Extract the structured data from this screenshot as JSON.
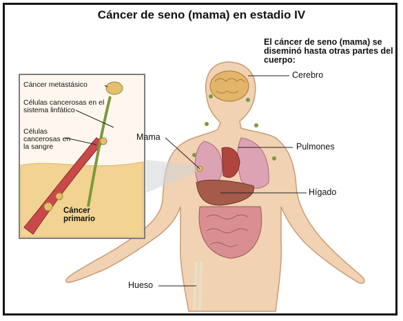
{
  "title": "Cáncer de seno (mama) en estadio IV",
  "subtitle": "El cáncer de seno (mama) se diseminó hasta otras partes del cuerpo:",
  "labels": {
    "brain": "Cerebro",
    "lungs": "Pulmones",
    "liver": "Hígado",
    "breast": "Mama",
    "bone": "Hueso"
  },
  "inset": {
    "metastatic": "Cáncer metastásico",
    "lymphatic": "Células cancerosas en el sistema linfático",
    "blood": "Células cancerosas en la sangre",
    "primary": "Cáncer primario"
  },
  "colors": {
    "skin": "#f1d2b3",
    "skin_edge": "#c99a73",
    "lung": "#dca3b4",
    "liver": "#a55a4a",
    "intestine": "#d98f92",
    "brain": "#e3b56a",
    "inset_fat": "#f2d391",
    "vessel": "#b53a3a"
  }
}
